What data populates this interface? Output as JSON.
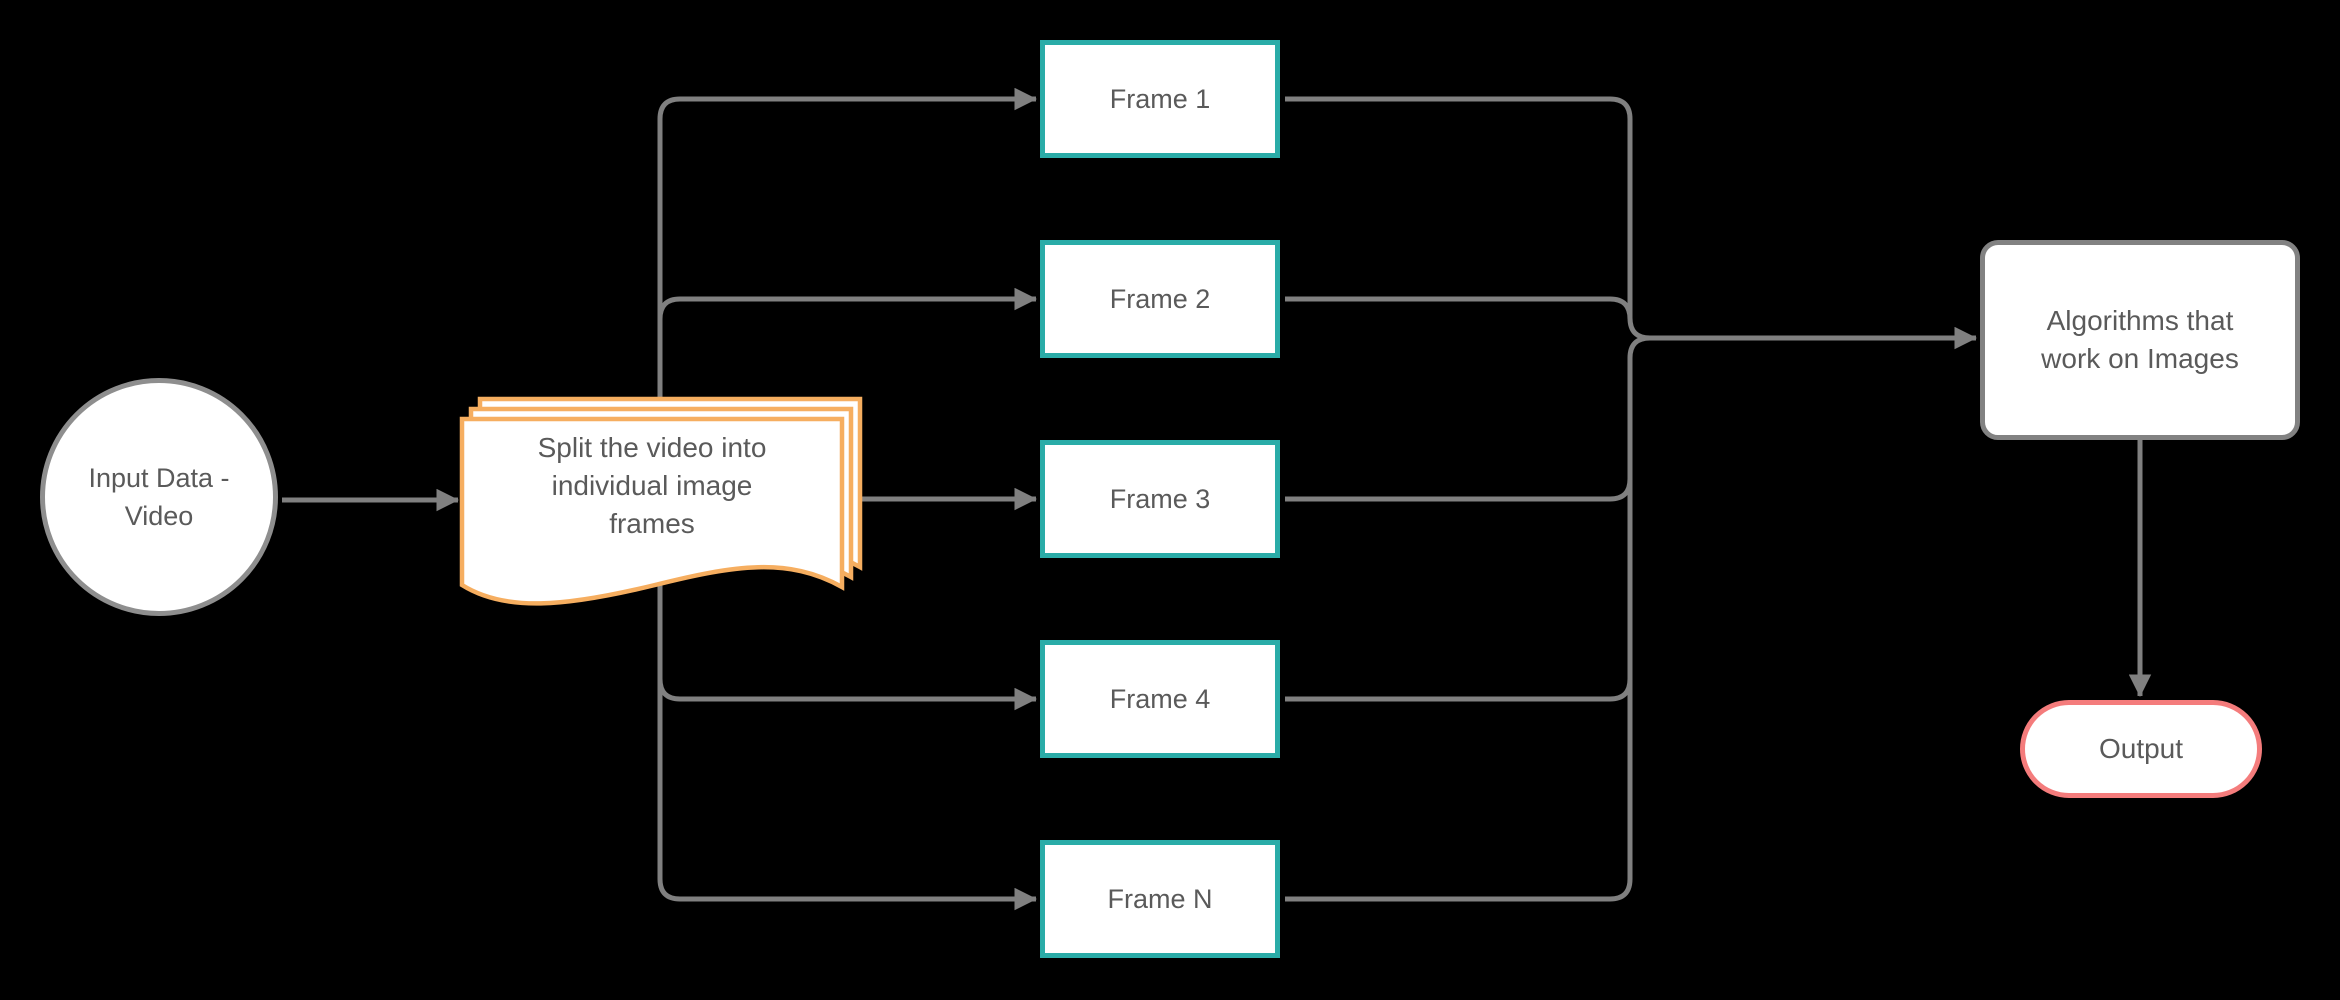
{
  "diagram": {
    "type": "flowchart",
    "background": "#000000",
    "nodes": {
      "input": {
        "shape": "circle",
        "lines": [
          "Input Data -",
          "Video"
        ]
      },
      "split": {
        "shape": "multi-document",
        "lines": [
          "Split the video into",
          "individual image",
          "frames"
        ]
      },
      "frames": [
        {
          "label": "Frame 1"
        },
        {
          "label": "Frame 2"
        },
        {
          "label": "Frame 3"
        },
        {
          "label": "Frame 4"
        },
        {
          "label": "Frame N"
        }
      ],
      "algorithms": {
        "shape": "rounded-rectangle",
        "lines": [
          "Algorithms that",
          "work on Images"
        ]
      },
      "output": {
        "shape": "terminator",
        "label": "Output"
      }
    },
    "edges": [
      "input -> split",
      "split -> frame1",
      "split -> frame2",
      "split -> frame3",
      "split -> frame4",
      "split -> frameN",
      "frame1 -> algorithms",
      "frame2 -> algorithms",
      "frame3 -> algorithms",
      "frame4 -> algorithms",
      "frameN -> algorithms",
      "algorithms -> output"
    ],
    "colors": {
      "connector_gray": "#808080",
      "circle_border": "#8e8e8e",
      "frame_border_teal": "#2aaca8",
      "document_border_orange": "#f6ae60",
      "algorithms_border": "#828282",
      "output_border_red": "#f47c7c",
      "node_fill": "#ffffff",
      "text": "#5a5a5a"
    }
  }
}
